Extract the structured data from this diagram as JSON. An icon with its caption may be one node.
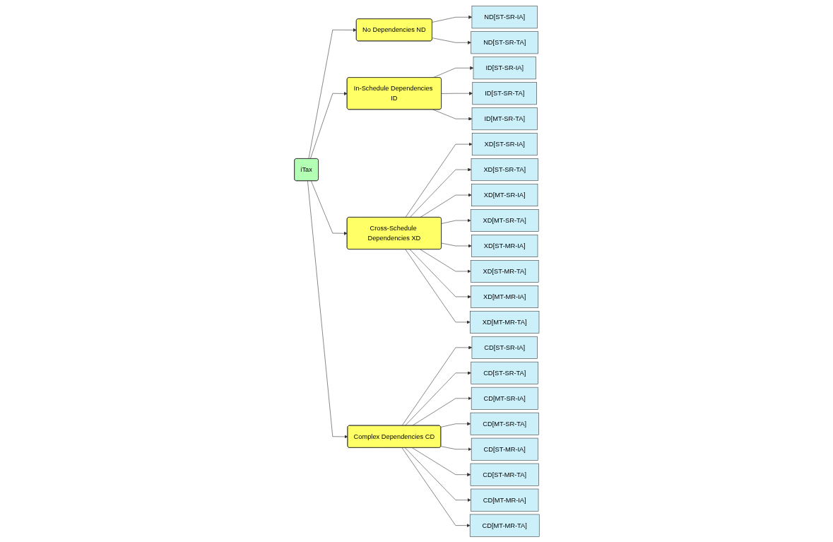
{
  "diagram": {
    "nodes": [
      {
        "text": [
          "iTax"
        ]
      },
      {
        "text": [
          "No Dependencies ND"
        ]
      },
      {
        "text": [
          "In-Schedule Dependencies ID"
        ]
      },
      {
        "text": [
          "Cross-Schedule Dependencies XD"
        ]
      },
      {
        "text": [
          "Complex Dependencies CD"
        ]
      },
      {
        "text": [
          "ND[ST-SR-IA]"
        ]
      },
      {
        "text": [
          "ND[ST-SR-TA]"
        ]
      },
      {
        "text": [
          "ID[ST-SR-IA]"
        ]
      },
      {
        "text": [
          "ID[ST-SR-TA]"
        ]
      },
      {
        "text": [
          "ID[MT-SR-TA]"
        ]
      },
      {
        "text": [
          "XD[ST-SR-IA]"
        ]
      },
      {
        "text": [
          "XD[ST-SR-TA]"
        ]
      },
      {
        "text": [
          "XD[MT-SR-IA]"
        ]
      },
      {
        "text": [
          "XD[MT-SR-TA]"
        ]
      },
      {
        "text": [
          "XD[ST-MR-IA]"
        ]
      },
      {
        "text": [
          "XD[ST-MR-TA]"
        ]
      },
      {
        "text": [
          "XD[MT-MR-IA]"
        ]
      },
      {
        "text": [
          "XD[MT-MR-TA]"
        ]
      },
      {
        "text": [
          "CD[ST-SR-IA]"
        ]
      },
      {
        "text": [
          "CD[ST-SR-TA]"
        ]
      },
      {
        "text": [
          "CD[MT-SR-IA]"
        ]
      },
      {
        "text": [
          "CD[MT-SR-TA]"
        ]
      },
      {
        "text": [
          "CD[ST-MR-IA]"
        ]
      },
      {
        "text": [
          "CD[ST-MR-TA]"
        ]
      },
      {
        "text": [
          "CD[MT-MR-IA]"
        ]
      },
      {
        "text": [
          "CD[MT-MR-TA]"
        ]
      }
    ],
    "edges": [
      {
        "from": 0,
        "to": 1,
        "arrow": "to"
      },
      {
        "from": 0,
        "to": 2,
        "arrow": "to"
      },
      {
        "from": 0,
        "to": 3,
        "arrow": "to"
      },
      {
        "from": 0,
        "to": 4,
        "arrow": "to"
      },
      {
        "from": 1,
        "to": 5,
        "arrow": "to"
      },
      {
        "from": 1,
        "to": 6,
        "arrow": "to"
      },
      {
        "from": 2,
        "to": 7,
        "arrow": "to"
      },
      {
        "from": 2,
        "to": 8,
        "arrow": "to"
      },
      {
        "from": 2,
        "to": 9,
        "arrow": "to"
      },
      {
        "from": 3,
        "to": 10,
        "arrow": "to"
      },
      {
        "from": 3,
        "to": 11,
        "arrow": "to"
      },
      {
        "from": 3,
        "to": 12,
        "arrow": "to"
      },
      {
        "from": 3,
        "to": 13,
        "arrow": "to"
      },
      {
        "from": 3,
        "to": 14,
        "arrow": "to"
      },
      {
        "from": 3,
        "to": 15,
        "arrow": "to"
      },
      {
        "from": 3,
        "to": 16,
        "arrow": "to"
      },
      {
        "from": 3,
        "to": 17,
        "arrow": "to"
      },
      {
        "from": 4,
        "to": 18,
        "arrow": "to"
      },
      {
        "from": 4,
        "to": 19,
        "arrow": "to"
      },
      {
        "from": 4,
        "to": 20,
        "arrow": "to"
      },
      {
        "from": 4,
        "to": 21,
        "arrow": "to"
      },
      {
        "from": 4,
        "to": 22,
        "arrow": "to"
      },
      {
        "from": 4,
        "to": 23,
        "arrow": "to"
      },
      {
        "from": 4,
        "to": 24,
        "arrow": "to"
      },
      {
        "from": 4,
        "to": 25,
        "arrow": "to"
      }
    ]
  }
}
